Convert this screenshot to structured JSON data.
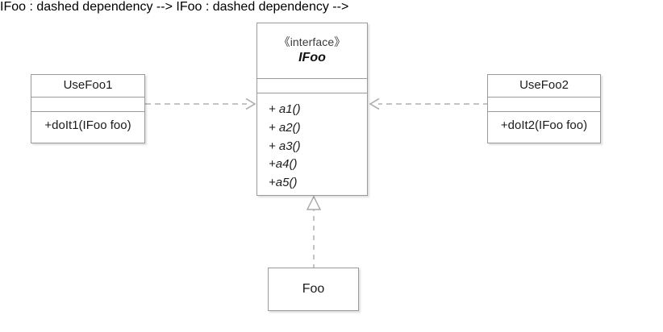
{
  "diagram": {
    "type": "uml-class-diagram",
    "title": "",
    "background_color": "#ffffff",
    "border_color": "#9a9a9a",
    "connector_color": "#b0b0b0",
    "text_color": "#1b1b1b"
  },
  "classes": {
    "ifoo": {
      "stereotype": "《interface》",
      "name": "IFoo",
      "attributes": [],
      "methods": [
        "+ a1()",
        "+ a2()",
        "+ a3()",
        "+a4()",
        "+a5()"
      ]
    },
    "usefoo1": {
      "name": "UseFoo1",
      "attributes": [],
      "methods": [
        "+doIt1(IFoo foo)"
      ]
    },
    "usefoo2": {
      "name": "UseFoo2",
      "attributes": [],
      "methods": [
        "+doIt2(IFoo foo)"
      ]
    },
    "foo": {
      "name": "Foo",
      "attributes": [],
      "methods": []
    }
  },
  "relationships": [
    {
      "id": "usefoo1-to-ifoo",
      "kind": "dependency",
      "source": "UseFoo1",
      "target": "IFoo",
      "line_style": "dashed",
      "arrow_head": "open-arrow",
      "label": ""
    },
    {
      "id": "usefoo2-to-ifoo",
      "kind": "dependency",
      "source": "UseFoo2",
      "target": "IFoo",
      "line_style": "dashed",
      "arrow_head": "open-arrow",
      "label": ""
    },
    {
      "id": "foo-to-ifoo",
      "kind": "realization",
      "source": "Foo",
      "target": "IFoo",
      "line_style": "dashed",
      "arrow_head": "hollow-triangle",
      "label": ""
    }
  ]
}
